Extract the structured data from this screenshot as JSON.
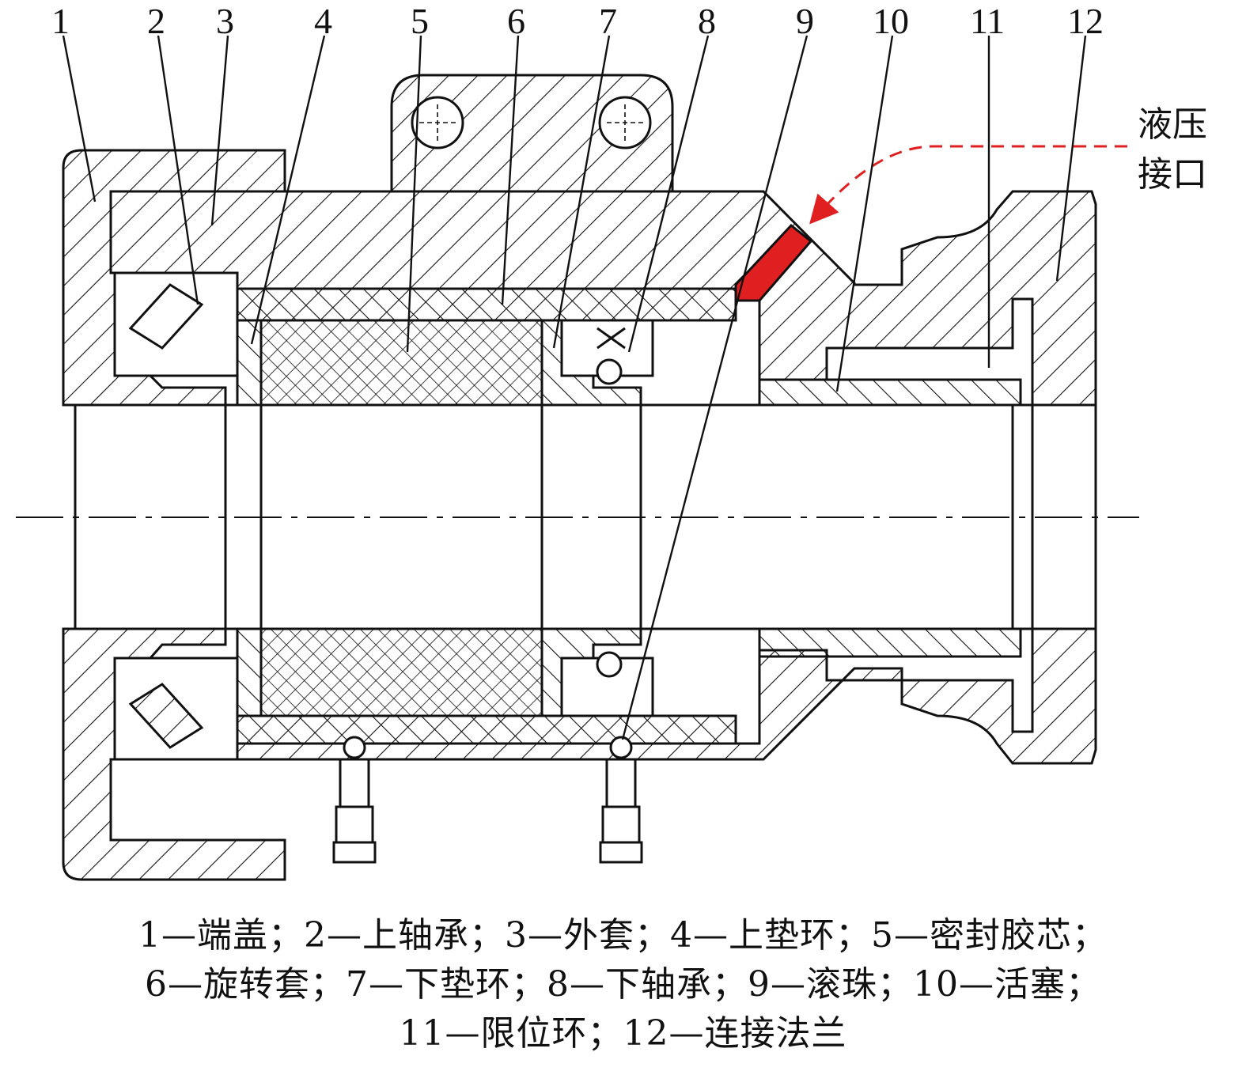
{
  "callouts": [
    "1",
    "2",
    "3",
    "4",
    "5",
    "6",
    "7",
    "8",
    "9",
    "10",
    "11",
    "12"
  ],
  "hydraulic_port": [
    "液压",
    "接口"
  ],
  "legend": [
    "1—端盖；2—上轴承；3—外套；4—上垫环；5—密封胶芯；",
    "6—旋转套；7—下垫环；8—下轴承；9—滚珠；10—活塞；",
    "11—限位环；12—连接法兰"
  ],
  "colors": {
    "line": "#111111",
    "highlight": "#e02020",
    "arrow": "#e02020"
  }
}
